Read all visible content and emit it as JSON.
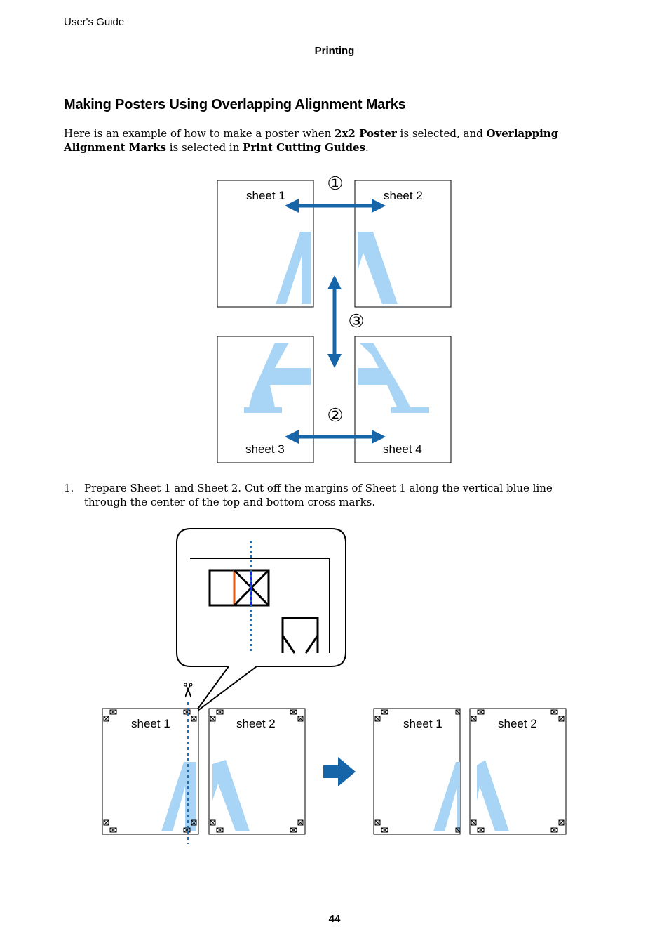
{
  "header": {
    "guide_title": "User's Guide",
    "section": "Printing"
  },
  "section_heading": "Making Posters Using Overlapping Alignment Marks",
  "intro": {
    "t1": "Here is an example of how to make a poster when ",
    "b1": "2x2 Poster",
    "t2": " is selected, and ",
    "b2": "Overlapping Alignment Marks",
    "t3": " is selected in ",
    "b3": "Print Cutting Guides",
    "t4": "."
  },
  "figure1": {
    "sheet_labels": [
      "sheet 1",
      "sheet 2",
      "sheet 3",
      "sheet 4"
    ],
    "step_markers": [
      "①",
      "②",
      "③"
    ]
  },
  "step1": {
    "number": "1.",
    "text": "Prepare Sheet 1 and Sheet 2. Cut off the margins of Sheet 1 along the vertical blue line through the center of the top and bottom cross marks."
  },
  "figure2": {
    "before_labels": [
      "sheet 1",
      "sheet 2"
    ],
    "after_labels": [
      "sheet 1",
      "sheet 2"
    ],
    "scissors": "✂"
  },
  "colors": {
    "arrow_blue": "#1565a8",
    "letter_blue": "#a8d5f5",
    "cut_line_blue": "#1e6fb8",
    "mark_red": "#e05a1a",
    "mark_blue": "#1a1aff"
  },
  "footer": {
    "page_number": "44"
  }
}
